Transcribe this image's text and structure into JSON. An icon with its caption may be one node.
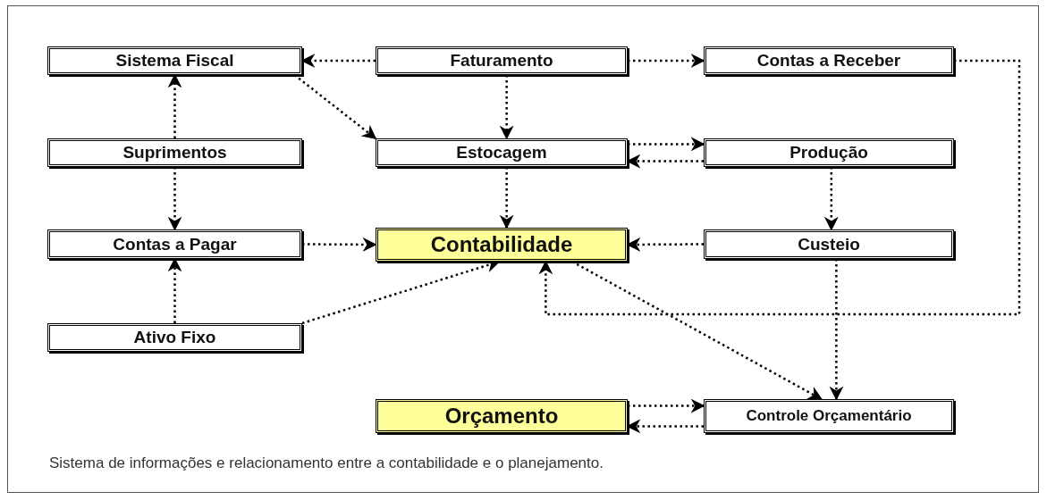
{
  "diagram": {
    "caption": "Sistema de informações e relacionamento entre a contabilidade e o planejamento.",
    "nodes": [
      {
        "text": [
          "Sistema Fiscal"
        ]
      },
      {
        "text": [
          "Faturamento"
        ]
      },
      {
        "text": [
          "Contas a Receber"
        ]
      },
      {
        "text": [
          "Suprimentos"
        ]
      },
      {
        "text": [
          "Estocagem"
        ]
      },
      {
        "text": [
          "Produção"
        ]
      },
      {
        "text": [
          "Contas a Pagar"
        ]
      },
      {
        "text": [
          "Contabilidade"
        ]
      },
      {
        "text": [
          "Custeio"
        ]
      },
      {
        "text": [
          "Ativo Fixo"
        ]
      },
      {
        "text": [
          "Orçamento"
        ]
      },
      {
        "text": [
          "Controle Orçamentário"
        ]
      }
    ],
    "edges": [
      {
        "from": 1,
        "to": 0,
        "arrow": "to"
      },
      {
        "from": 1,
        "to": 2,
        "arrow": "to"
      },
      {
        "from": 1,
        "to": 4,
        "arrow": "to"
      },
      {
        "from": 0,
        "to": 4,
        "arrow": "to"
      },
      {
        "from": 3,
        "to": 0,
        "arrow": "to"
      },
      {
        "from": 3,
        "to": 6,
        "arrow": "to"
      },
      {
        "from": 4,
        "to": 5,
        "arrow": "to"
      },
      {
        "from": 5,
        "to": 4,
        "arrow": "to"
      },
      {
        "from": 4,
        "to": 7,
        "arrow": "to"
      },
      {
        "from": 5,
        "to": 8,
        "arrow": "to"
      },
      {
        "from": 8,
        "to": 7,
        "arrow": "to"
      },
      {
        "from": 6,
        "to": 7,
        "arrow": "to"
      },
      {
        "from": 9,
        "to": 6,
        "arrow": "to"
      },
      {
        "from": 9,
        "to": 7,
        "arrow": "to"
      },
      {
        "from": 2,
        "to": 7,
        "arrow": "to"
      },
      {
        "from": 7,
        "to": 11,
        "arrow": "to"
      },
      {
        "from": 8,
        "to": 11,
        "arrow": "to"
      },
      {
        "from": 10,
        "to": 11,
        "arrow": "to"
      },
      {
        "from": 11,
        "to": 10,
        "arrow": "to"
      }
    ]
  }
}
